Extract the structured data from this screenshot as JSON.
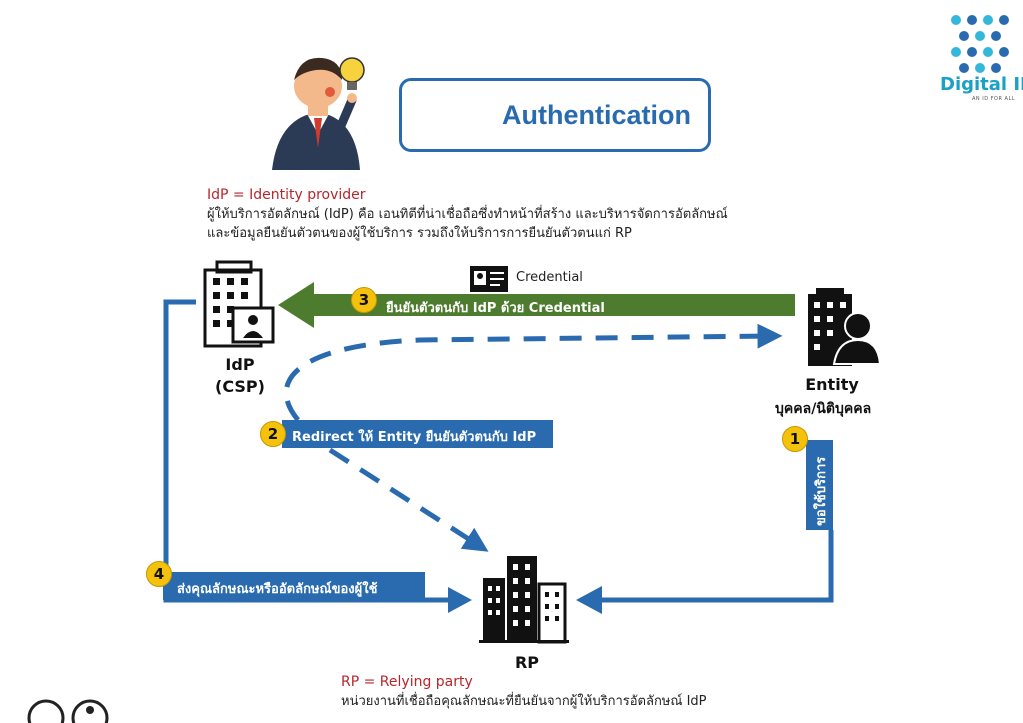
{
  "title": "Authentication",
  "logo": {
    "name": "Digital ID",
    "tagline": "AN ID FOR ALL",
    "color": "#1ba0c8"
  },
  "idp_definition": {
    "title": "IdP = Identity provider",
    "line1": "ผู้ให้บริการอัตลักษณ์ (IdP) คือ เอนทิตีที่น่าเชื่อถือซึ่งทำหน้าที่สร้าง และบริหารจัดการอัตลักษณ์",
    "line2": "และข้อมูลยืนยันตัวตนของผู้ใช้บริการ รวมถึงให้บริการการยืนยันตัวตนแก่ RP"
  },
  "rp_definition": {
    "title": "RP = Relying party",
    "line1": "หน่วยงานที่เชื่อถือคุณลักษณะที่ยืนยันจากผู้ให้บริการอัตลักษณ์ IdP"
  },
  "nodes": {
    "idp": {
      "label": "IdP",
      "sub": "(CSP)"
    },
    "entity": {
      "label": "Entity",
      "sub": "บุคคล/นิติบุคคล"
    },
    "rp": {
      "label": "RP"
    }
  },
  "credential_label": "Credential",
  "steps": [
    {
      "number": "1",
      "label": "ขอใช้บริการ"
    },
    {
      "number": "2",
      "label": "Redirect ให้ Entity ยืนยันตัวตนกับ IdP"
    },
    {
      "number": "3",
      "label": "ยืนยันตัวตนกับ IdP ด้วย Credential"
    },
    {
      "number": "4",
      "label": "ส่งคุณลักษณะหรืออัตลักษณ์ของผู้ใช้"
    }
  ],
  "colors": {
    "blue": "#2a6bb0",
    "green": "#4e7c2f",
    "badge": "#f4c20d",
    "red": "#b8262a"
  }
}
